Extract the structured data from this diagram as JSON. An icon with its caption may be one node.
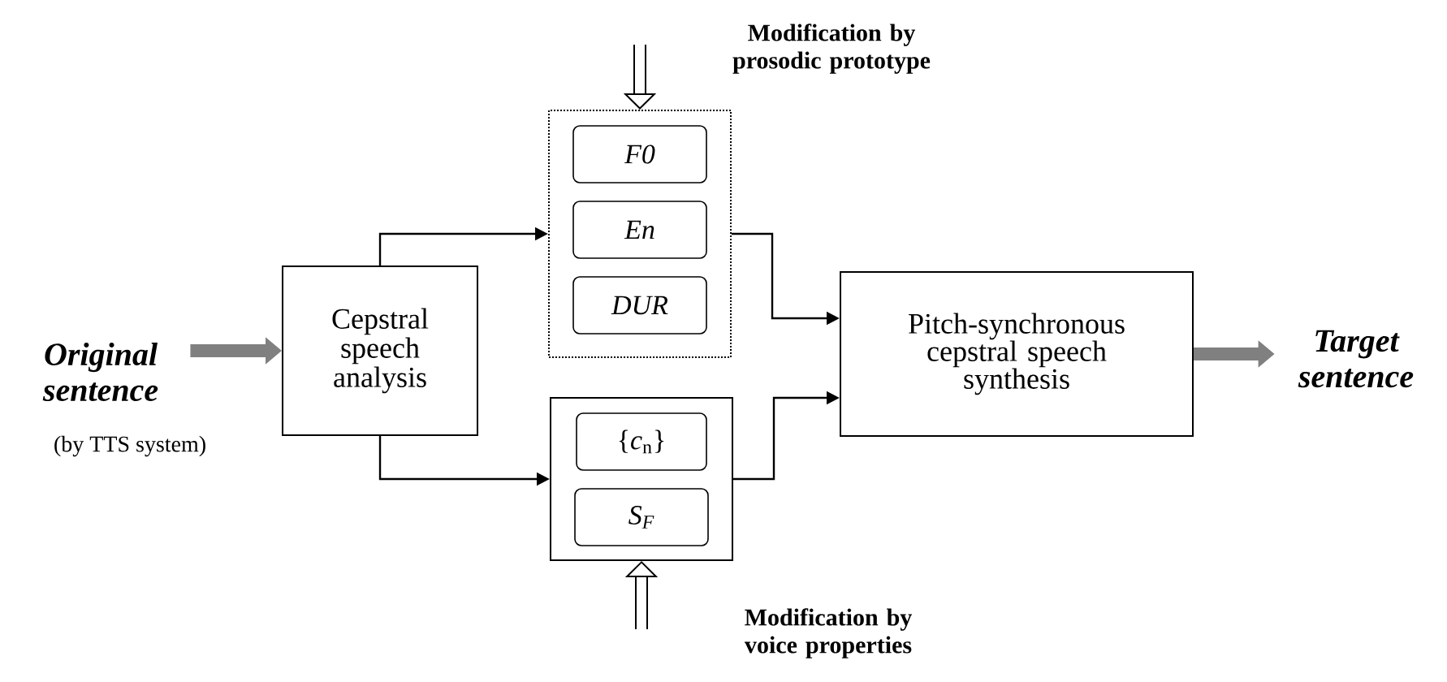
{
  "diagram": {
    "nodes": [
      {
        "text": [
          "Original sentence"
        ],
        "beside": [
          "(by TTS system)"
        ]
      },
      {
        "text": [
          "Cepstral speech analysis"
        ]
      },
      {
        "text": [],
        "shape": "box"
      },
      {
        "text": [
          "F0"
        ],
        "in": 2
      },
      {
        "text": [
          "En"
        ],
        "in": 2
      },
      {
        "text": [
          "DUR"
        ],
        "in": 2
      },
      {
        "text": [],
        "shape": "box"
      },
      {
        "text": [
          "{*c*$_{n}$}"
        ],
        "in": 6
      },
      {
        "text": [
          "S$_{F}$"
        ],
        "in": 6
      },
      {
        "text": [
          "Pitch-synchronous cepstral speech synthesis"
        ]
      },
      {
        "text": [
          "Target sentence"
        ]
      }
    ],
    "edges": [
      {
        "from": 0,
        "to": 1,
        "arrow": "to",
        "style": "thick",
        "color": "#808080"
      },
      {
        "from": 1,
        "to": 2,
        "arrow": "to"
      },
      {
        "from": 1,
        "to": 6,
        "arrow": "to"
      },
      {
        "from": 2,
        "to": 9,
        "arrow": "to"
      },
      {
        "from": 6,
        "to": 9,
        "arrow": "to"
      },
      {
        "from": 9,
        "to": 10,
        "arrow": "to",
        "style": "thick",
        "color": "#808080"
      },
      {
        "from": null,
        "to": 2,
        "arrow": "to",
        "style": "thick"
      },
      {
        "from": null,
        "to": 6,
        "arrow": "to",
        "style": "thick"
      }
    ],
    "labels": [
      "Modification by prosodic prototype",
      "Modification by voice properties"
    ]
  }
}
